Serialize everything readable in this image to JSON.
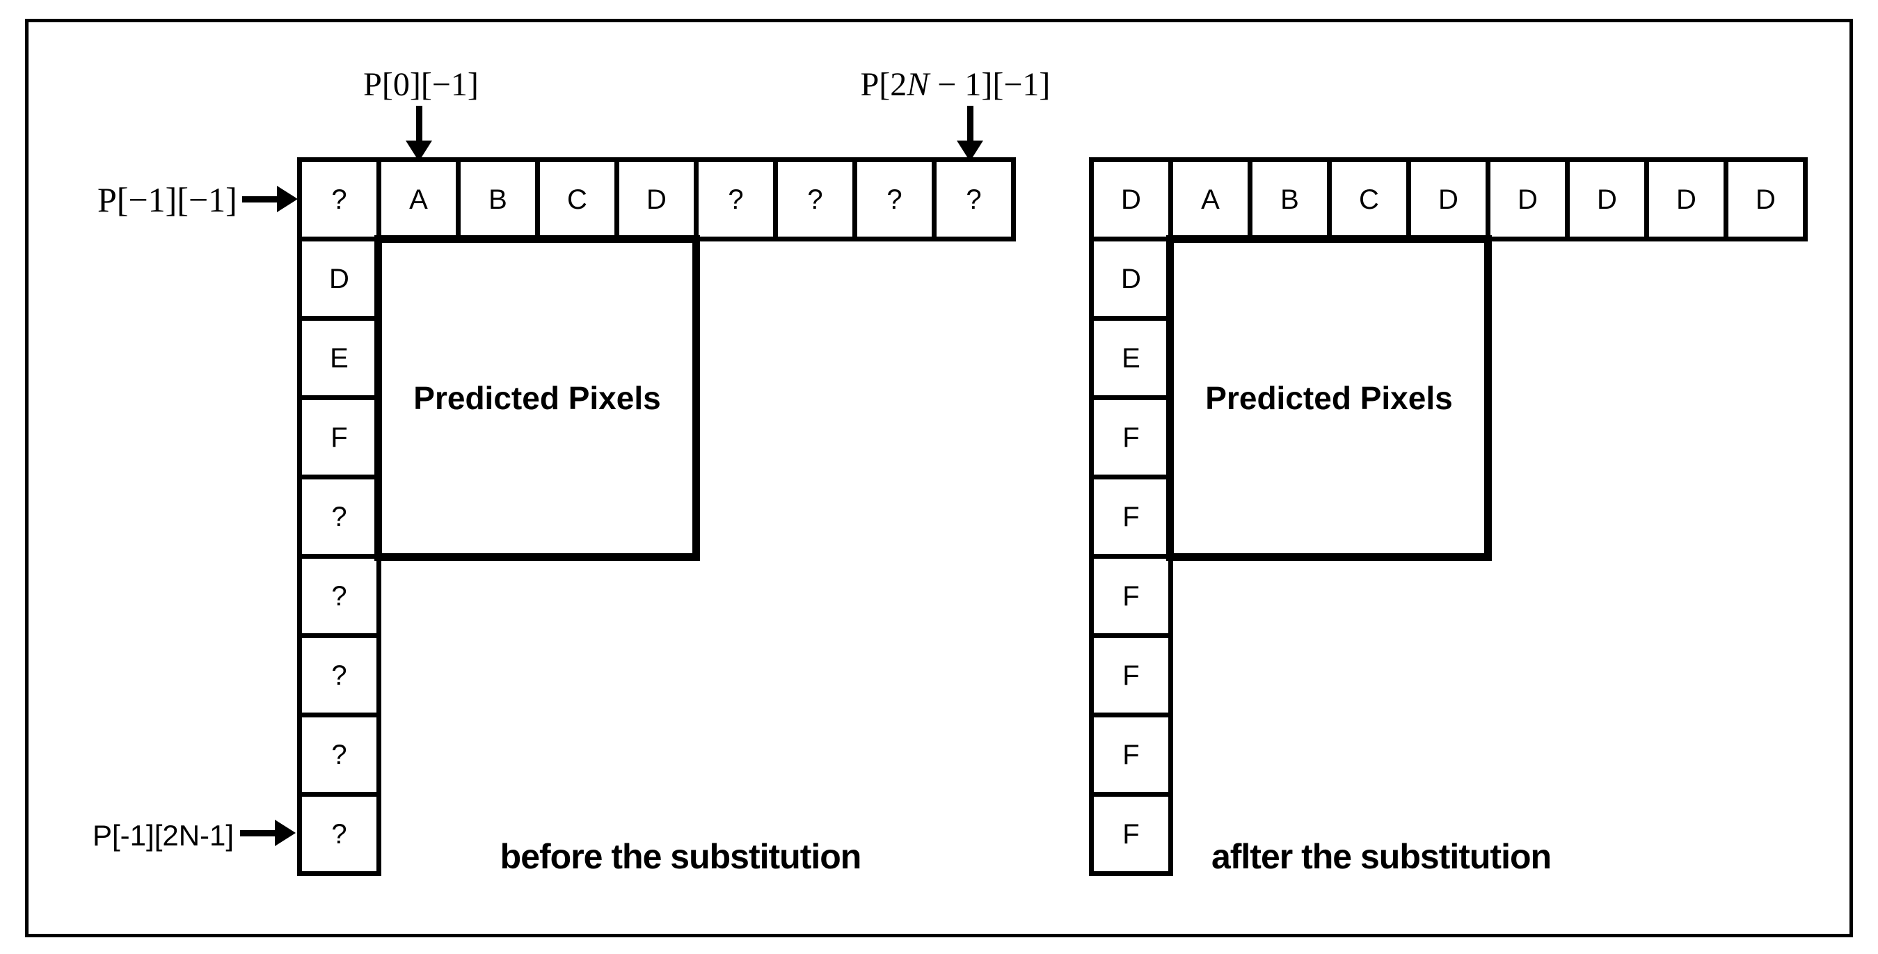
{
  "figure": {
    "colors": {
      "ink": "#000000",
      "background": "#ffffff"
    },
    "block_label": "Predicted Pixels",
    "before": {
      "caption": "before the substitution",
      "top_row": [
        "?",
        "A",
        "B",
        "C",
        "D",
        "?",
        "?",
        "?",
        "?"
      ],
      "left_column": [
        "D",
        "E",
        "F",
        "?",
        "?",
        "?",
        "?",
        "?"
      ],
      "labels": {
        "p0": "P[0][−1]",
        "p2n_prefix": "P[2",
        "p2n_var": "N",
        "p2n_suffix": " − 1][−1]",
        "corner": "P[−1][−1]",
        "bottom": "P[-1][2N-1]"
      }
    },
    "after": {
      "caption": "aflter the substitution",
      "top_row": [
        "D",
        "A",
        "B",
        "C",
        "D",
        "D",
        "D",
        "D",
        "D"
      ],
      "left_column": [
        "D",
        "E",
        "F",
        "F",
        "F",
        "F",
        "F",
        "F"
      ]
    }
  }
}
